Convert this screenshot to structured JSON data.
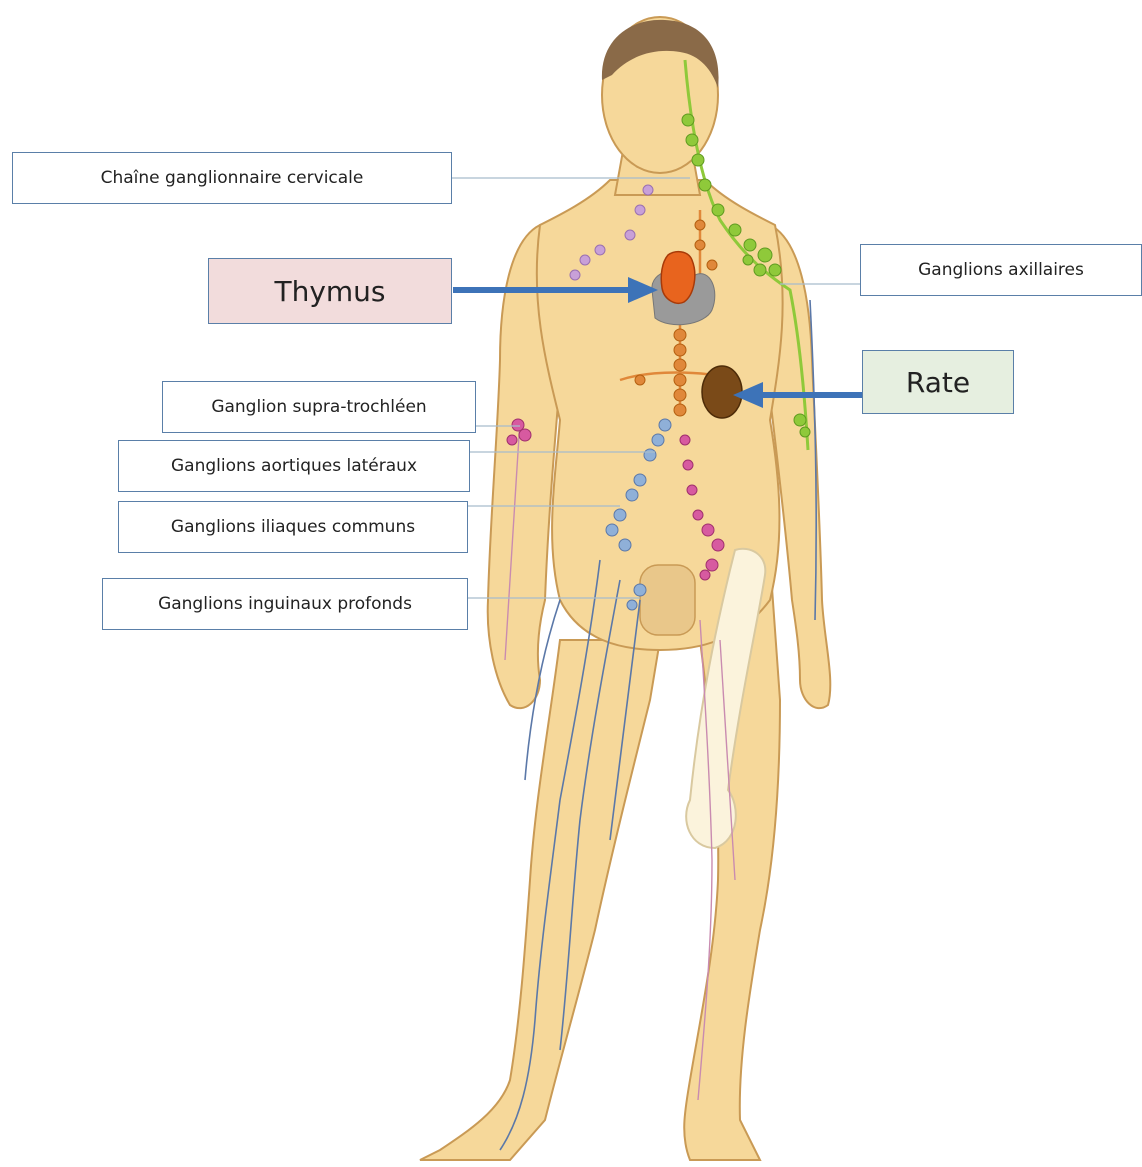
{
  "labels": {
    "cervical": "Chaîne ganglionnaire  cervicale",
    "thymus": "Thymus",
    "axillary": "Ganglions axillaires",
    "spleen": "Rate",
    "supratrochlear": "Ganglion supra-trochléen",
    "aortic": "Ganglions aortiques latéraux",
    "iliac": "Ganglions iliaques communs",
    "inguinal": "Ganglions inguinaux  profonds"
  },
  "colors": {
    "skin": "#f6d89a",
    "skin_outline": "#c99a55",
    "hair": "#8a6a48",
    "vessel_blue": "#5b78a8",
    "vessel_pink": "#c98bb0",
    "green_nodes": "#8fc93a",
    "orange_nodes": "#e0883a",
    "blue_nodes": "#8fb0d8",
    "pink_nodes": "#d75aa0",
    "lilac_nodes": "#c8a0d8",
    "thymus": "#e8641e",
    "heart_gray": "#9a9a9a",
    "spleen": "#7a4a18",
    "bone": "#fbf3dc",
    "arrow_blue": "#3d73b8",
    "thymus_box_fill": "#f2dcdc",
    "rate_box_fill": "#e6efe0",
    "box_border": "#5a7fa8",
    "leader_line": "#a7bccc"
  }
}
